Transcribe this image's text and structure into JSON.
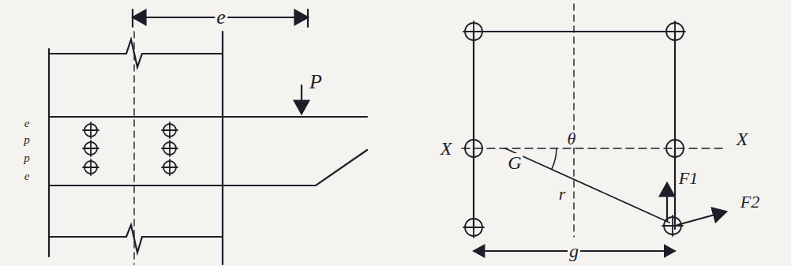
{
  "diagram": {
    "labels": [
      "e",
      "P",
      "e",
      "p",
      "p",
      "e",
      "X",
      "X",
      "G",
      "θ",
      "r",
      "F1",
      "F2",
      "g"
    ]
  }
}
